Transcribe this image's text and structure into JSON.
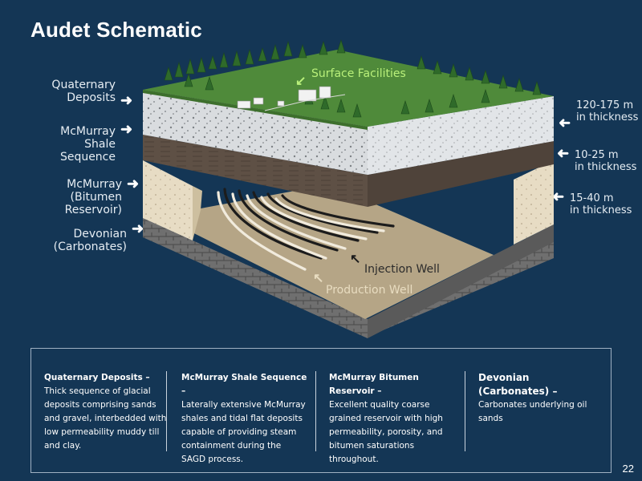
{
  "title": "Audet Schematic",
  "layers": [
    {
      "label": "Quaternary\nDeposits"
    },
    {
      "label": "McMurray\nShale\nSequence"
    },
    {
      "label": "McMurray\n(Bitumen\nReservoir)"
    },
    {
      "label": "Devonian\n(Carbonates)"
    }
  ],
  "thickness_labels": [
    "120-175 m\nin thickness",
    "10-25 m\nin thickness",
    "15-40 m\nin thickness"
  ],
  "diagram_labels": {
    "surface_facilities": "Surface Facilities",
    "injection_well": "Injection Well",
    "production_well": "Production Well"
  },
  "info": [
    {
      "title": "Quaternary Deposits –",
      "body": "Thick sequence of glacial deposits comprising sands and gravel, interbedded with low permeability muddy till and clay."
    },
    {
      "title": "McMurray Shale Sequence –",
      "body": "Laterally extensive McMurray shales and tidal flat deposits capable of providing steam containment during the SAGD process."
    },
    {
      "title": "McMurray Bitumen Reservoir –",
      "body": "Excellent quality coarse grained reservoir with high permeability, porosity, and bitumen saturations throughout."
    },
    {
      "title": "Devonian (Carbonates) –",
      "body": "Carbonates underlying oil sands"
    }
  ],
  "page_number": "22",
  "colors": {
    "background": "#143655",
    "grass": "#4f8a3a",
    "gravel": "#d9dcdf",
    "shale": "#5e5045",
    "sand": "#e7dcc4",
    "carbonate": "#6f6f6f"
  }
}
